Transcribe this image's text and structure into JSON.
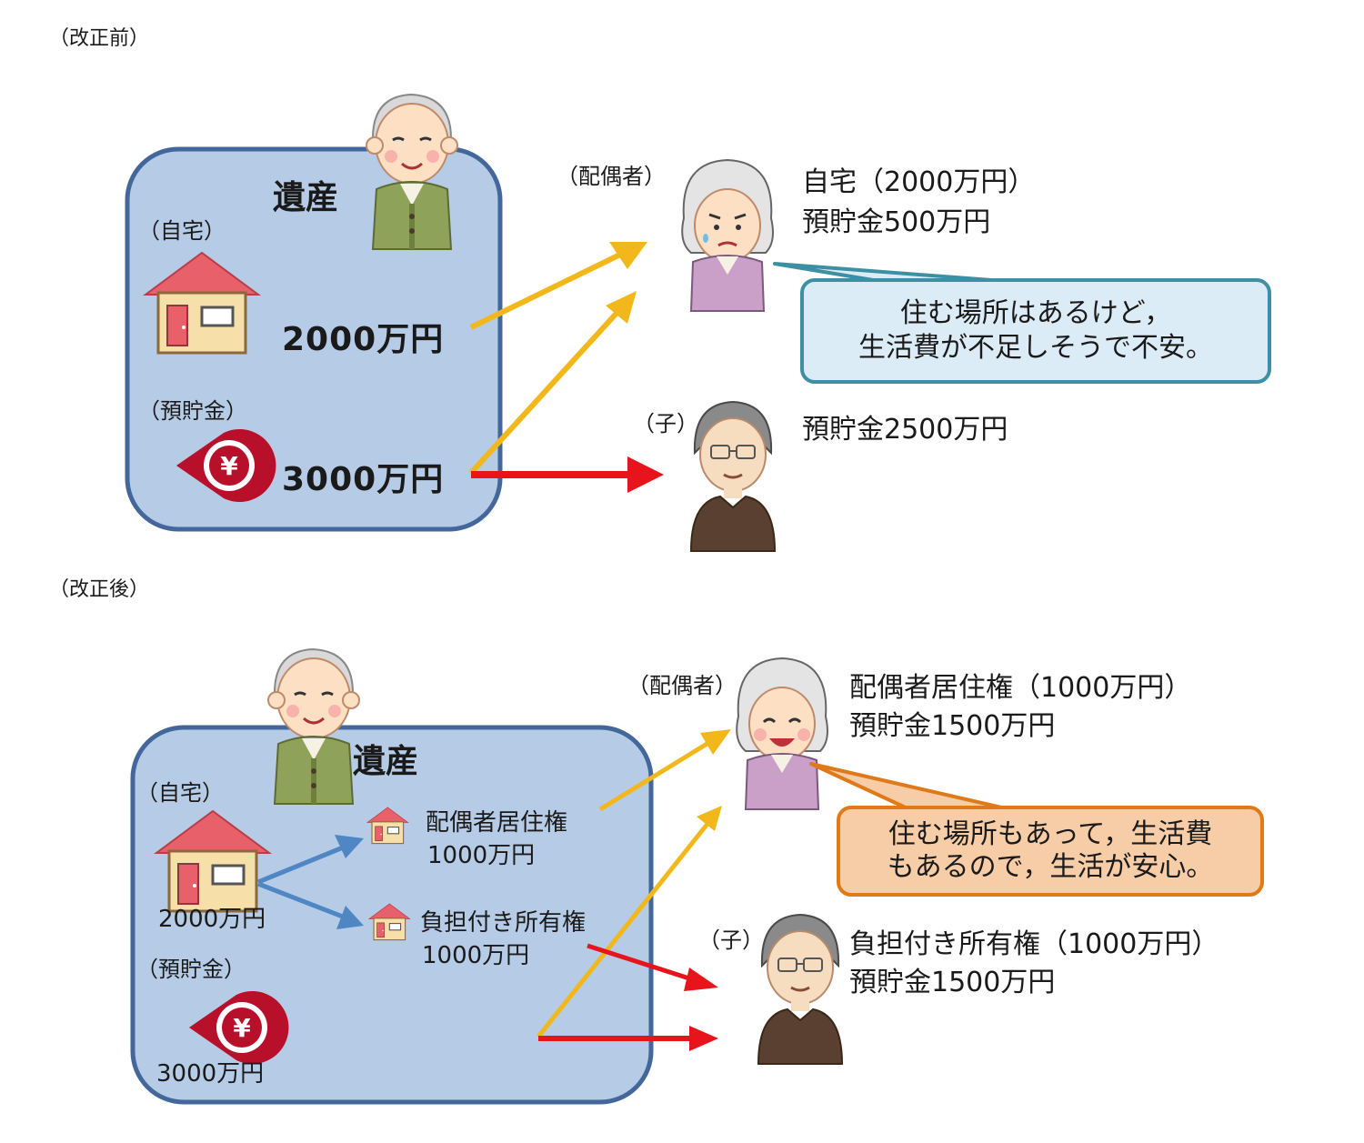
{
  "sections": {
    "before_label": "（改正前）",
    "after_label": "（改正後）"
  },
  "before": {
    "estate_title": "遺産",
    "home_label": "（自宅）",
    "home_value": "2000万円",
    "savings_label": "（預貯金）",
    "savings_value": "3000万円",
    "spouse_label": "（配偶者）",
    "spouse_line1": "自宅（2000万円）",
    "spouse_line2": "預貯金500万円",
    "spouse_comment_line1": "住む場所はあるけど，",
    "spouse_comment_line2": "生活費が不足しそうで不安。",
    "child_label": "（子）",
    "child_line1": "預貯金2500万円"
  },
  "after": {
    "estate_title": "遺産",
    "home_label": "（自宅）",
    "home_value": "2000万円",
    "residence_right_label": "配偶者居住権",
    "residence_right_value": "1000万円",
    "burdened_ownership_label": "負担付き所有権",
    "burdened_ownership_value": "1000万円",
    "savings_label": "（預貯金）",
    "savings_value": "3000万円",
    "spouse_label": "（配偶者）",
    "spouse_line1": "配偶者居住権（1000万円）",
    "spouse_line2": "預貯金1500万円",
    "spouse_comment_line1": "住む場所もあって，生活費",
    "spouse_comment_line2": "もあるので，生活が安心。",
    "child_label": "（子）",
    "child_line1": "負担付き所有権（1000万円）",
    "child_line2": "預貯金1500万円"
  },
  "icons": {
    "deceased": "elderly-man-icon",
    "spouse_before": "worried-elderly-woman-icon",
    "spouse_after": "smiling-elderly-woman-icon",
    "child": "middle-aged-man-icon",
    "home": "house-icon",
    "savings": "yen-coin-icon",
    "yen_symbol": "¥"
  },
  "colors": {
    "estate_fill": "#b5cbe6",
    "estate_border": "#44679b",
    "arrow_spouse": "#f2b81b",
    "arrow_child": "#e8141c",
    "arrow_split": "#4f86c4",
    "bubble_before_fill": "#dcecf6",
    "bubble_before_border": "#3d8fa3",
    "bubble_after_fill": "#f7cda7",
    "bubble_after_border": "#e07a18"
  }
}
